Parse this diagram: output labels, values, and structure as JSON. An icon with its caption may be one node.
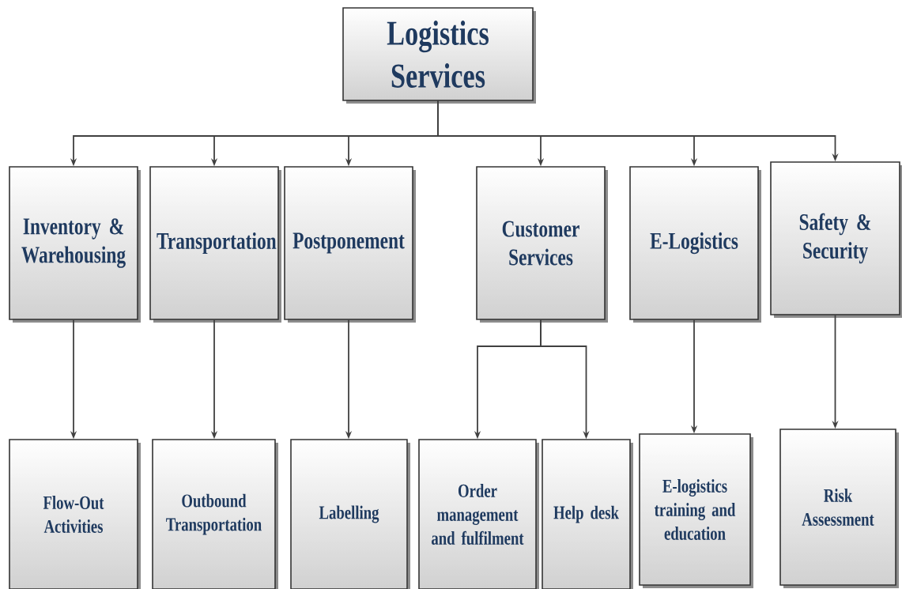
{
  "diagram": {
    "nodes": [
      {
        "text": [
          "Logistics Services"
        ]
      },
      {
        "text": [
          "Inventory & Warehousing"
        ]
      },
      {
        "text": [
          "Transportation"
        ]
      },
      {
        "text": [
          "Postponement"
        ]
      },
      {
        "text": [
          "Customer Services"
        ]
      },
      {
        "text": [
          "E-Logistics"
        ]
      },
      {
        "text": [
          "Safety & Security"
        ]
      },
      {
        "text": [
          "Flow-Out Activities"
        ]
      },
      {
        "text": [
          "Outbound Transportation"
        ]
      },
      {
        "text": [
          "Labelling"
        ]
      },
      {
        "text": [
          "Order management and fulfilment"
        ]
      },
      {
        "text": [
          "Help desk"
        ]
      },
      {
        "text": [
          "E-logistics training and education"
        ]
      },
      {
        "text": [
          "Risk Assessment"
        ]
      }
    ],
    "edges": [
      {
        "from": 0,
        "to": 1,
        "arrow": "to"
      },
      {
        "from": 0,
        "to": 2,
        "arrow": "to"
      },
      {
        "from": 0,
        "to": 3,
        "arrow": "to"
      },
      {
        "from": 0,
        "to": 4,
        "arrow": "to"
      },
      {
        "from": 0,
        "to": 5,
        "arrow": "to"
      },
      {
        "from": 0,
        "to": 6,
        "arrow": "to"
      },
      {
        "from": 1,
        "to": 7,
        "arrow": "to"
      },
      {
        "from": 2,
        "to": 8,
        "arrow": "to"
      },
      {
        "from": 3,
        "to": 9,
        "arrow": "to"
      },
      {
        "from": 4,
        "to": 10,
        "arrow": "to"
      },
      {
        "from": 4,
        "to": 11,
        "arrow": "to"
      },
      {
        "from": 5,
        "to": 12,
        "arrow": "to"
      },
      {
        "from": 6,
        "to": 13,
        "arrow": "to"
      }
    ]
  }
}
